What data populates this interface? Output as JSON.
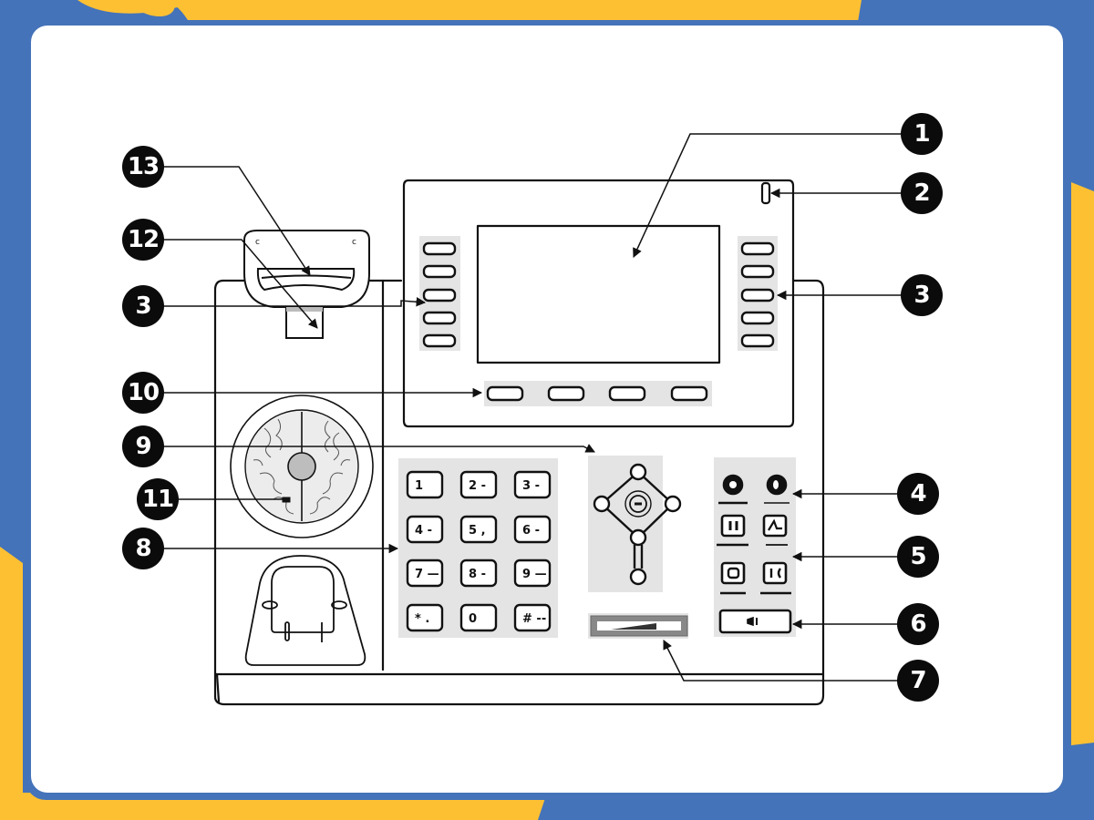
{
  "colors": {
    "background_blue": "#4473b9",
    "background_yellow": "#fec033",
    "card": "#ffffff",
    "line": "#111111",
    "panel_gray": "#e4e4e4",
    "badge": "#0b0b0b"
  },
  "diagram": {
    "subject": "IP desk phone front panel",
    "callouts": [
      {
        "number": "1",
        "target": "LCD screen"
      },
      {
        "number": "2",
        "target": "power indicator LED"
      },
      {
        "number": "3",
        "target": "line keys (right)"
      },
      {
        "number": "3",
        "target": "line keys (left)"
      },
      {
        "number": "4",
        "target": "function keys row 1"
      },
      {
        "number": "5",
        "target": "function keys rows 2-3"
      },
      {
        "number": "6",
        "target": "speakerphone key"
      },
      {
        "number": "7",
        "target": "volume key"
      },
      {
        "number": "8",
        "target": "keypad"
      },
      {
        "number": "9",
        "target": "navigation keys"
      },
      {
        "number": "10",
        "target": "soft keys"
      },
      {
        "number": "11",
        "target": "speaker"
      },
      {
        "number": "12",
        "target": "reversible tab"
      },
      {
        "number": "13",
        "target": "hookswitch"
      }
    ],
    "keypad": [
      "1",
      "2",
      "3",
      "4",
      "5",
      "6",
      "7",
      "8",
      "9",
      "*",
      "0",
      "#"
    ],
    "soft_key_count": 4,
    "line_keys_per_side": 5
  }
}
